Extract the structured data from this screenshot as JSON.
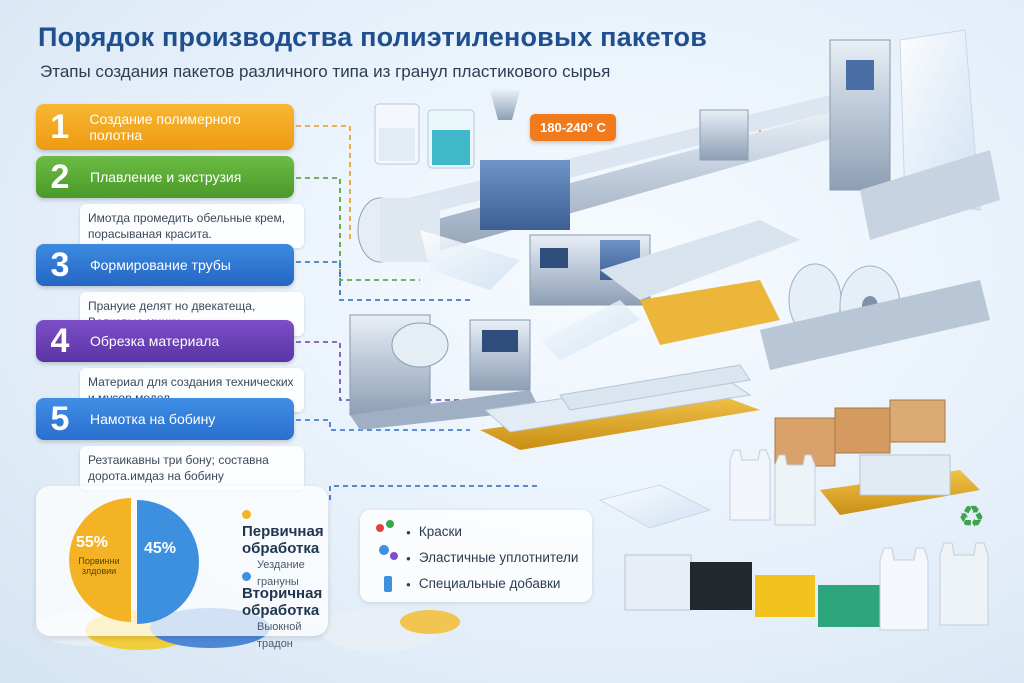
{
  "title": "Порядок производства полиэтиленовых пакетов",
  "subtitle": "Этапы создания пакетов различного типа из гранул пластикового сырья",
  "temperature": "180-240° C",
  "steps": [
    {
      "num": "1",
      "label": "Создание полимерного полотна",
      "desc": ""
    },
    {
      "num": "2",
      "label": "Плавление и экструзия",
      "desc": "Имотда промедить обельные крем, порасываная красита."
    },
    {
      "num": "3",
      "label": "Формирование трубы",
      "desc": "Прануие делят но двекатеща, Волковые мцнки."
    },
    {
      "num": "4",
      "label": "Обрезка материала",
      "desc": "Материал для создания технических и мусор модел"
    },
    {
      "num": "5",
      "label": "Намотка на бобину",
      "desc": "Резтаикавны три бону; составна дорота.имдаз на бобину"
    }
  ],
  "pie": {
    "left_value": "55%",
    "left_caption": "Порвинни злдовии",
    "right_value": "45%",
    "legend": [
      {
        "label": "Первичная обработка",
        "sub": "Уездание грануны",
        "color": "#f4b324"
      },
      {
        "label": "Вторичная обработка",
        "sub": "Выокной традон",
        "color": "#3d8fe0"
      }
    ]
  },
  "additives": [
    "Краски",
    "Эластичные уплотнители",
    "Специальные добавки"
  ],
  "icons": {
    "recycle": "recycle-icon"
  }
}
